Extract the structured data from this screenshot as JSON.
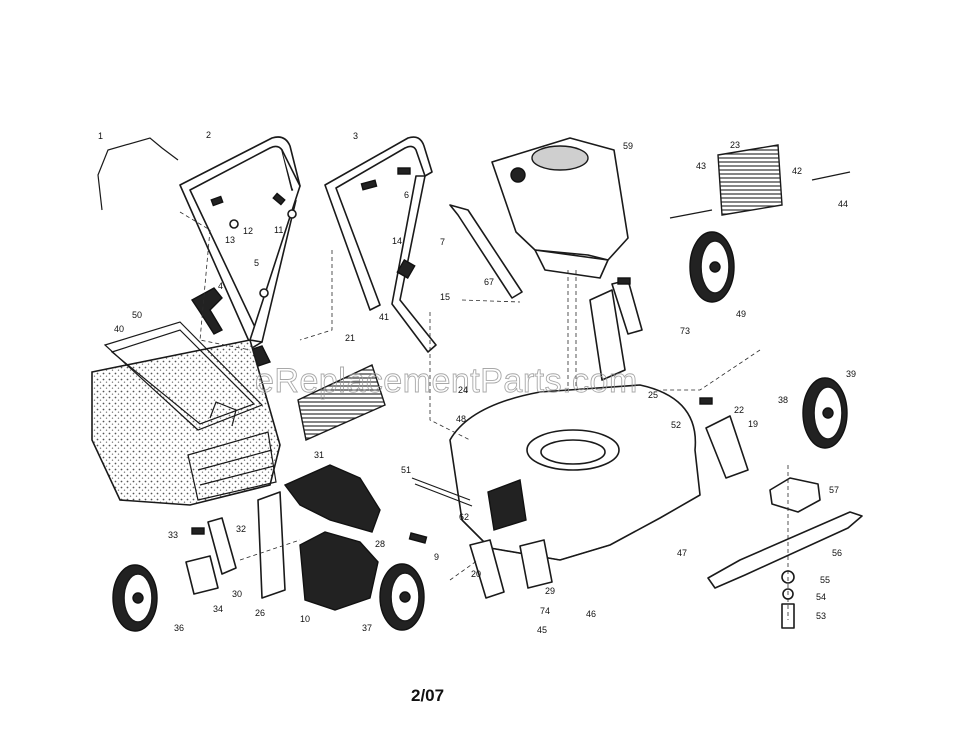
{
  "watermark": "eReplacementParts.com",
  "revision_date": "2/07",
  "callouts": [
    "1",
    "2",
    "3",
    "4",
    "5",
    "6",
    "7",
    "9",
    "10",
    "11",
    "12",
    "13",
    "14",
    "15",
    "19",
    "20",
    "21",
    "22",
    "23",
    "24",
    "25",
    "26",
    "28",
    "29",
    "30",
    "31",
    "32",
    "33",
    "34",
    "36",
    "37",
    "38",
    "39",
    "40",
    "41",
    "42",
    "43",
    "44",
    "45",
    "46",
    "47",
    "48",
    "49",
    "50",
    "51",
    "52",
    "53",
    "54",
    "55",
    "56",
    "57",
    "59",
    "62",
    "67",
    "73",
    "74"
  ]
}
